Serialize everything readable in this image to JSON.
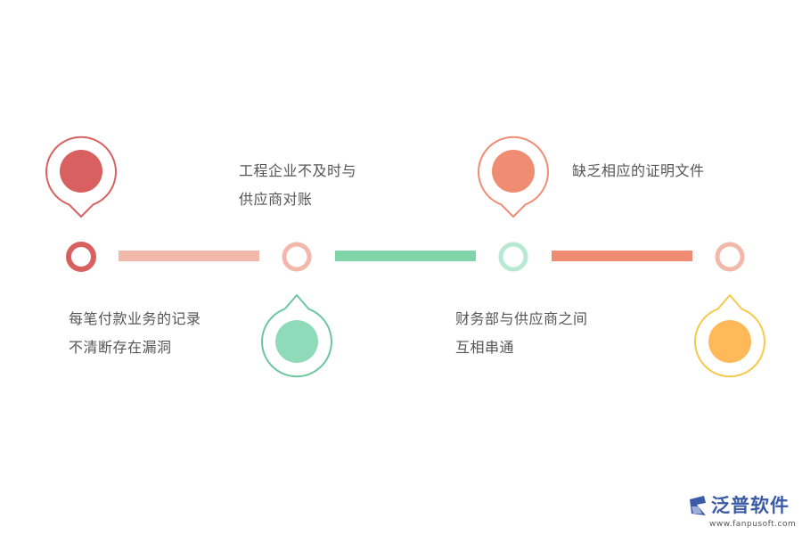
{
  "colors": {
    "red": "#d96060",
    "salmon": "#f08c72",
    "green": "#8fdbb9",
    "green_dark": "#6cc79e",
    "yellow": "#ffb959",
    "yellow_ring": "#f6c84b",
    "pink": "#f2b8aa",
    "bar_pink": "#f2b8aa",
    "bar_green": "#7fd4a9",
    "bar_salmon": "#f08c72",
    "text": "#555555",
    "logo_blue": "#3b5ba6"
  },
  "items": [
    {
      "lines": [
        "每笔付款业务的记录",
        "不清断存在漏洞"
      ]
    },
    {
      "lines": [
        "工程企业不及时与",
        "供应商对账"
      ]
    },
    {
      "lines": [
        "财务部与供应商之间",
        "互相串通"
      ]
    },
    {
      "lines": [
        "缺乏相应的证明文件"
      ]
    }
  ],
  "logo": {
    "name": "泛普软件",
    "url": "www.fanpusoft.com",
    "icon": "fanpu-logo-icon"
  }
}
